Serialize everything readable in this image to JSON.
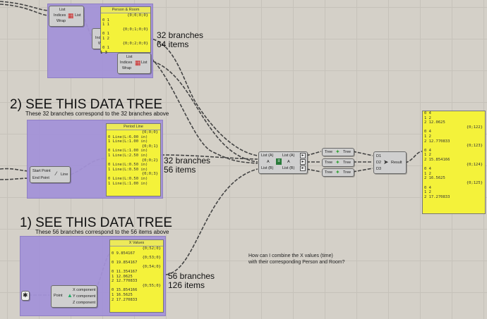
{
  "headings": {
    "h2": "2) SEE THIS DATA TREE",
    "h2_sub": "These 32 branches correspond to the 32 branches above",
    "h1": "1) SEE THIS DATA TREE",
    "h1_sub": "These 56 branches correspond to the 56 items above",
    "question_1": "How can I combine the X values (time)",
    "question_2": "with their corresponding Person and Room?"
  },
  "annotations": {
    "top_1": "32 branches",
    "top_2": "64 items",
    "mid_1": "32 branches",
    "mid_2": "56 items",
    "low_1": "56 branches",
    "low_2": "126 items"
  },
  "list_item_component": {
    "list": "List",
    "indices": "Indices",
    "wrap": "Wrap",
    "output": "List"
  },
  "person_room_panel": {
    "title": "Person & Room",
    "rows": [
      "{0;0;0;0}",
      "0 1",
      "1 1",
      "{0;0;1;0;0}",
      "0 1",
      "1 2",
      "{0;0;2;0;0}",
      "0 1",
      "1 3"
    ]
  },
  "period_line_panel": {
    "title": "Period Line",
    "rows": [
      "{0;0;0}",
      "0 Line(L:6.00 in)",
      "1 Line(L:1.00 in)",
      "{0;0;1}",
      "0 Line(L:1.00 in)",
      "1 Line(L:2.50 in)",
      "{0;0;2}",
      "0 Line(L:0.50 in)",
      "1 Line(L:0.50 in)",
      "{0;0;3}",
      "0 Line(L:0.50 in)",
      "1 Line(L:1.00 in)"
    ]
  },
  "line_component": {
    "a": "Start Point",
    "b": "End Point",
    "out": "Line"
  },
  "x_values_panel": {
    "title": "X Values",
    "rows": [
      "{0;52;0}",
      "0 9.854167",
      "{0;53;0}",
      "0 19.854167",
      "{0;54;0}",
      "0 11.354167",
      "1 12.0625",
      "2 12.770833",
      "{0;55;0}",
      "0 15.854166",
      "1 16.5625",
      "2 17.270833"
    ]
  },
  "point_component": {
    "in": "Point",
    "x": "X component",
    "y": "Y component",
    "z": "Z component"
  },
  "weave_component": {
    "in1": "List (A)",
    "in2": "A",
    "in3": "List (B)",
    "out1": "List (A)",
    "out2": "A",
    "out3": "List (B)"
  },
  "tree_component": {
    "in": "Tree",
    "out": "Tree"
  },
  "merge_component": {
    "d1": "D1",
    "d2": "D2",
    "d3": "D3",
    "out": "Result"
  },
  "result_panel": {
    "rows": [
      "0 4",
      "1 2",
      "2 12.0625",
      "{0;122}",
      "0 4",
      "1 2",
      "2 12.770833",
      "{0;123}",
      "0 4",
      "1 2",
      "2 15.854166",
      "{0;124}",
      "0 4",
      "1 2",
      "2 16.5625",
      "{0;125}",
      "0 4",
      "1 2",
      "2 17.270833"
    ]
  },
  "colors": {
    "group": "#a493d8",
    "panel": "#f4f23a",
    "canvas": "#d4d0c8",
    "icon_green": "#3aa43a",
    "icon_red": "#d22a2a"
  }
}
